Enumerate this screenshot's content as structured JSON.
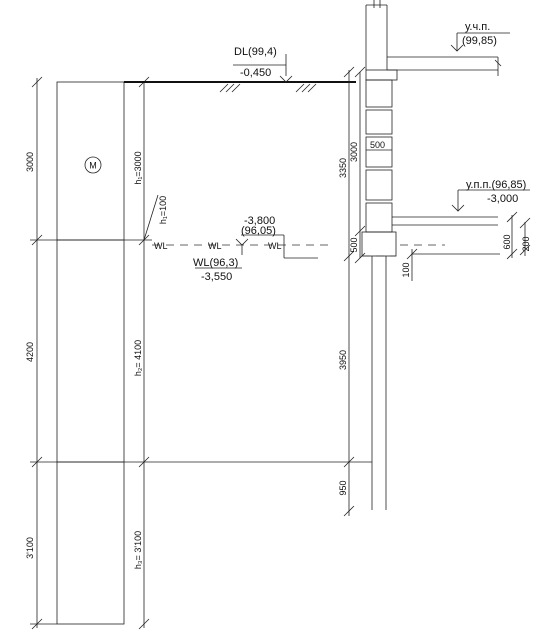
{
  "labels": {
    "dl_level": "DL(99,4)",
    "dl_elev": "-0,450",
    "ground_top_mark": "у.ч.п.",
    "ground_top_level": "(99,85)",
    "floor_mark": "у.п.п.(96,85)",
    "floor_elev": "-3,000",
    "footing_elev": "-3,800",
    "footing_level": "(96,05)",
    "wl_level": "WL(96,3)",
    "wl_elev": "-3,550",
    "wl_1": "WL",
    "wl_2": "WL",
    "wl_3": "WL",
    "soil_marker": "M",
    "h_100": "h₁=100"
  },
  "dims": {
    "left_1": "3000",
    "left_2": "4200",
    "left_3": "3'100",
    "h_1": "h₁=3000",
    "h_2": "h₂= 4100",
    "h_3": "h₃= 3'100",
    "mid_1": "3350",
    "mid_2": "3950",
    "mid_3": "950",
    "wall_1": "3000",
    "wall_2": "500",
    "block_w": "500",
    "foot_h": "100",
    "right_1": "600",
    "right_2": "200"
  }
}
